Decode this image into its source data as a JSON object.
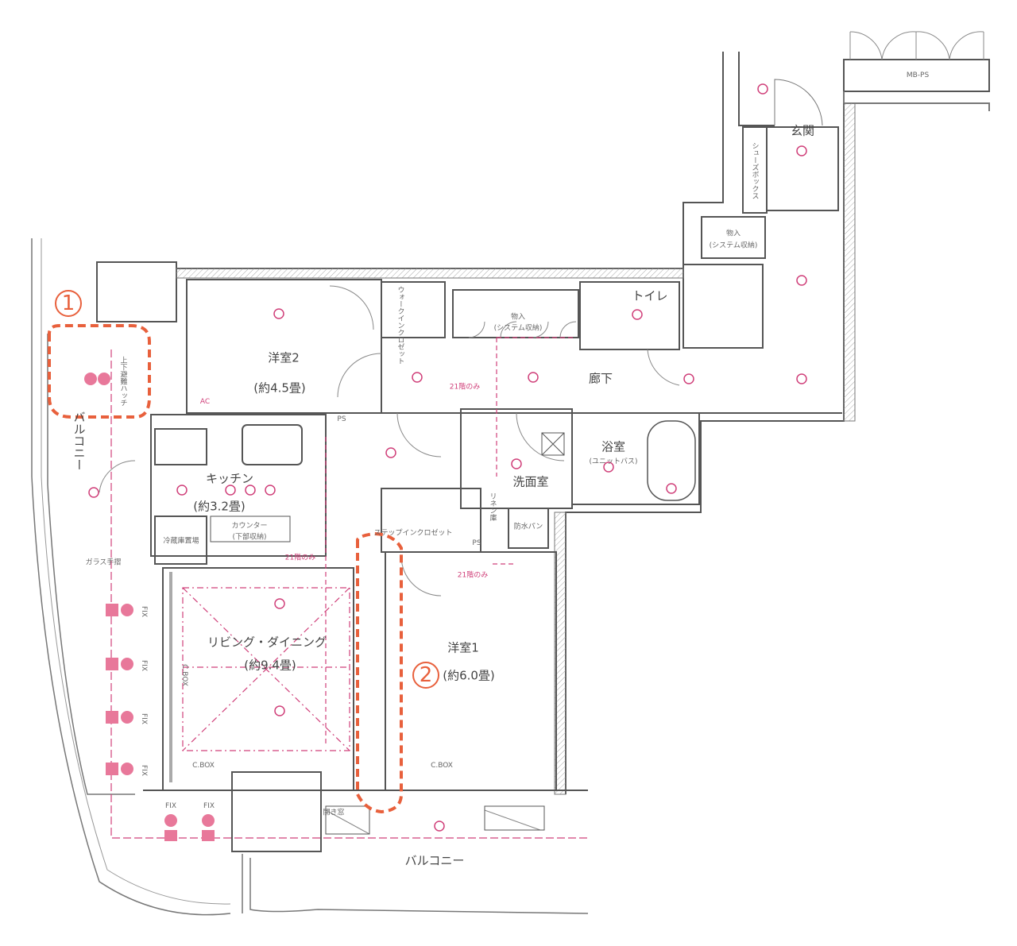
{
  "rooms": {
    "western2": {
      "name": "洋室2",
      "size": "(約4.5畳)"
    },
    "western1": {
      "name": "洋室1",
      "size": "(約6.0畳)"
    },
    "kitchen": {
      "name": "キッチン",
      "size": "(約3.2畳)"
    },
    "living": {
      "name": "リビング・ダイニング",
      "size": "(約9.4畳)"
    },
    "hallway": {
      "name": "廊下"
    },
    "entrance": {
      "name": "玄関"
    },
    "toilet": {
      "name": "トイレ"
    },
    "bath": {
      "name": "浴室",
      "sub": "(ユニットバス)"
    },
    "washroom": {
      "name": "洗面室"
    },
    "storage_hall": {
      "name": "物入",
      "sub": "(システム収納)"
    },
    "storage_entry": {
      "name": "物入",
      "sub": "(システム収納)"
    },
    "walkin_closet": {
      "name": "ウォークインクロゼット"
    },
    "stepin_closet": {
      "name": "ステップインクロゼット"
    },
    "shoe_box": {
      "name": "シューズボックス"
    },
    "linen": {
      "name": "リネン庫"
    },
    "balcony_left": {
      "name": "バルコニー"
    },
    "balcony_bottom": {
      "name": "バルコニー"
    },
    "mbps": {
      "name": "MB-PS"
    },
    "counter": {
      "name": "カウンター",
      "sub": "(下部収納)"
    },
    "fridge": {
      "name": "冷蔵庫置場"
    },
    "waterproof_pan": {
      "name": "防水パン"
    }
  },
  "labels": {
    "ps1": "PS",
    "ps2": "PS",
    "cbox1": "C.BOX",
    "cbox2": "C.BOX",
    "cbox_vert": "C.BOX",
    "fix": "FIX",
    "floor21_a": "21階のみ",
    "floor21_b": "21階のみ",
    "floor21_c": "21階のみ",
    "glass_railing": "ガラス手摺",
    "hatch": "上下避難ハッチ",
    "open_window": "開き窓",
    "ac": "AC"
  },
  "markers": {
    "m1": "1",
    "m2": "2"
  },
  "colors": {
    "wall": "#555555",
    "electric": "#d0407a",
    "annotation": "#e8603c"
  }
}
